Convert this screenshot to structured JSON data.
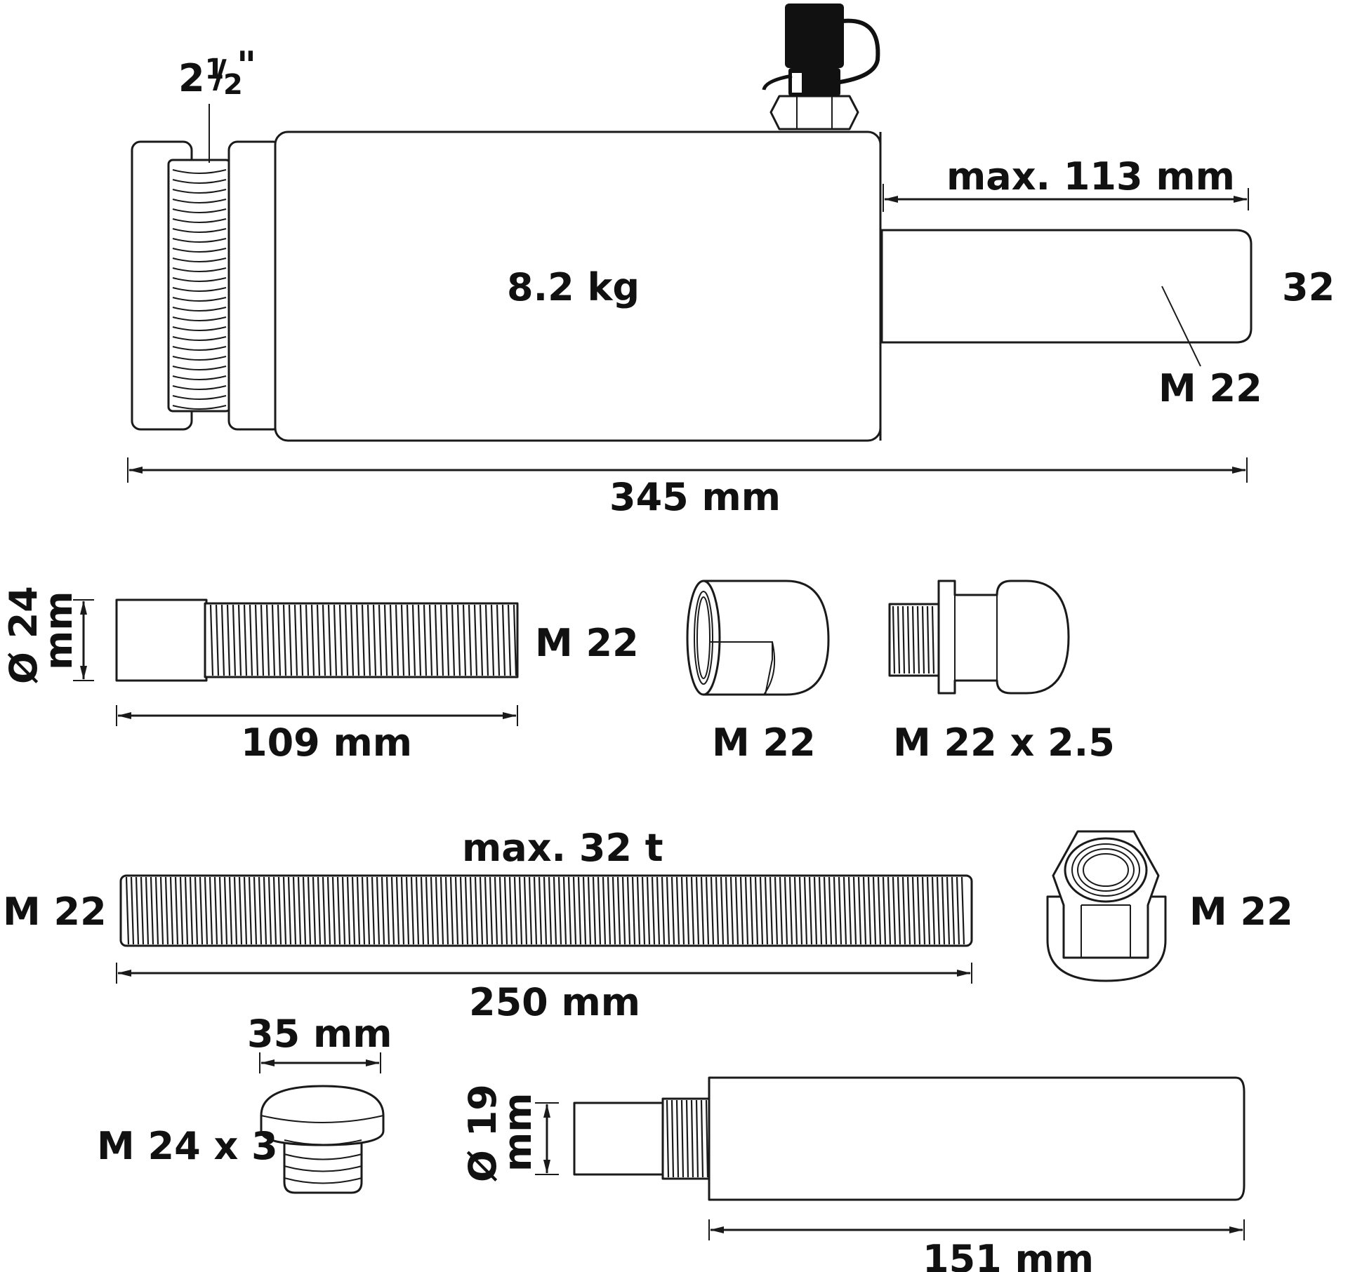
{
  "cylinder": {
    "thread_size_main": "2",
    "thread_size_num": "1",
    "thread_size_den": "2",
    "thread_size_mark": "\"",
    "weight": "8.2 kg",
    "stroke": "max. 113 mm",
    "capacity": "32 t",
    "plunger_thread": "M 22",
    "length": "345 mm"
  },
  "extension_bolt": {
    "diameter_symbol": "Ø 24",
    "diameter_unit": "mm",
    "thread": "M 22",
    "length": "109 mm"
  },
  "coupling_nut": {
    "thread": "M 22"
  },
  "adapter": {
    "thread": "M 22 x 2.5"
  },
  "threaded_rod": {
    "capacity": "max. 32 t",
    "thread": "M 22",
    "length": "250 mm"
  },
  "hex_nut": {
    "thread": "M 22"
  },
  "saddle": {
    "width": "35 mm",
    "thread": "M 24 x 3"
  },
  "extension": {
    "diameter_symbol": "Ø 19",
    "diameter_unit": "mm",
    "length": "151 mm"
  },
  "colors": {
    "ink": "#1a1a1a",
    "background": "#ffffff"
  }
}
